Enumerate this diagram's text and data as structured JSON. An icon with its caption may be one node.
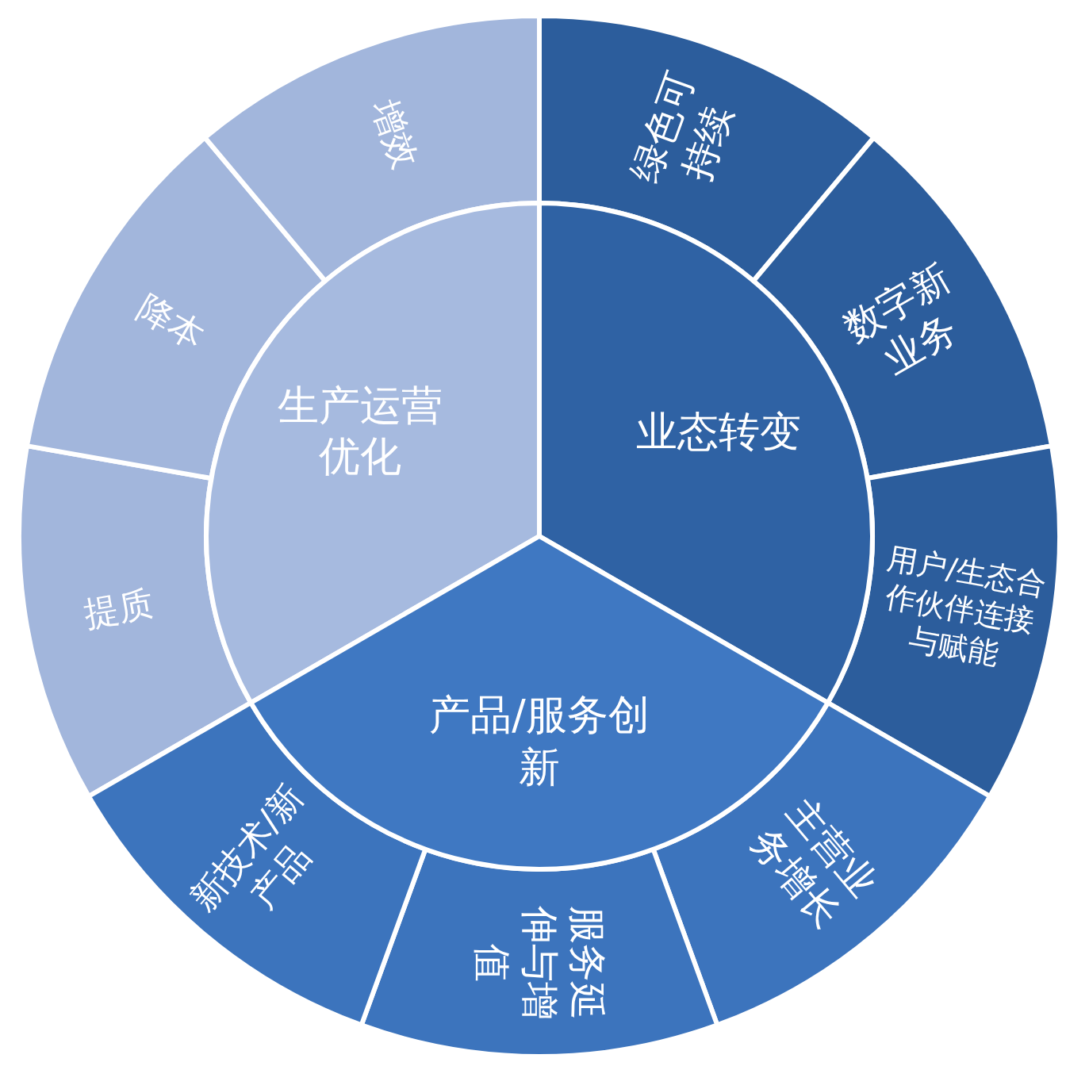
{
  "diagram": {
    "nodes": [
      {
        "text": [
          "生产运营优化"
        ]
      },
      {
        "text": [
          "业态转变"
        ]
      },
      {
        "text": [
          "产品/服务创新"
        ]
      },
      {
        "text": [
          "提质"
        ]
      },
      {
        "text": [
          "降本"
        ]
      },
      {
        "text": [
          "增效"
        ]
      },
      {
        "text": [
          "绿色可持续"
        ]
      },
      {
        "text": [
          "数字新业务"
        ]
      },
      {
        "text": [
          "用户/生态合作伙伴连接与赋能"
        ]
      },
      {
        "text": [
          "主营业务增长"
        ]
      },
      {
        "text": [
          "服务延伸与增值"
        ]
      },
      {
        "text": [
          "新技术/新产品"
        ]
      }
    ]
  }
}
